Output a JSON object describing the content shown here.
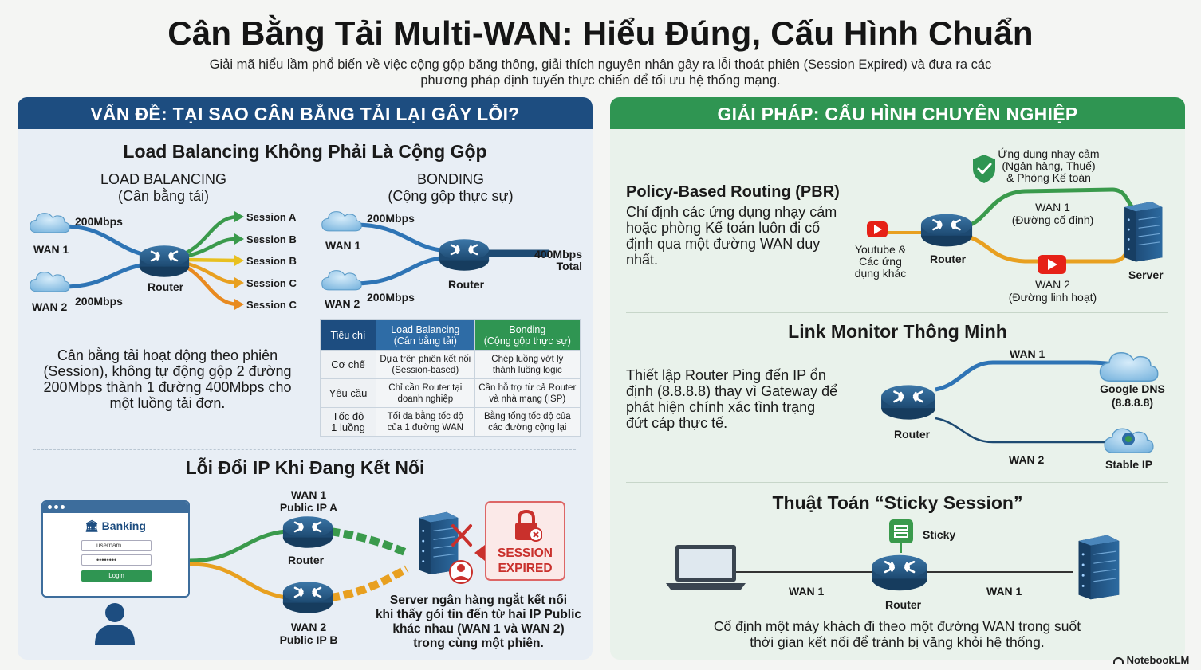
{
  "header": {
    "title": "Cân Bằng Tải Multi-WAN: Hiểu Đúng, Cấu Hình Chuẩn",
    "subtitle_line1": "Giải mã hiểu lầm phổ biến về việc cộng gộp băng thông, giải thích nguyên nhân gây ra lỗi thoát phiên (Session Expired) và đưa ra các",
    "subtitle_line2": "phương pháp định tuyến thực chiến để tối ưu hệ thống mạng."
  },
  "left": {
    "banner": "VẤN ĐỀ: TẠI SAO CÂN BẰNG TẢI LẠI GÂY LỖI?",
    "lb_title": "Load Balancing Không Phải Là Cộng Gộp",
    "lb": {
      "heading1": "LOAD BALANCING",
      "heading2": "(Cân bằng tải)",
      "wan1": "WAN 1",
      "wan2": "WAN 2",
      "speed1": "200Mbps",
      "speed2": "200Mbps",
      "router": "Router",
      "sessions": [
        "Session A",
        "Session B",
        "Session B",
        "Session C",
        "Session C"
      ]
    },
    "bonding": {
      "heading1": "BONDING",
      "heading2": "(Cộng gộp thực sự)",
      "wan1": "WAN 1",
      "wan2": "WAN 2",
      "speed1": "200Mbps",
      "speed2": "200Mbps",
      "router": "Router",
      "total1": "400Mbps",
      "total2": "Total"
    },
    "lb_desc": [
      "Cân bằng tải hoạt động theo phiên",
      "(Session), không tự động gộp 2 đường",
      "200Mbps thành 1 đường 400Mbps cho",
      "một luồng tải đơn."
    ],
    "table": {
      "col0": "Tiêu chí",
      "col1a": "Load Balancing",
      "col1b": "(Cân bằng tải)",
      "col2a": "Bonding",
      "col2b": "(Cộng gộp thực sự)",
      "rows": [
        {
          "c0": "Cơ chế",
          "c1a": "Dựa trên phiên kết nối",
          "c1b": "(Session-based)",
          "c2a": "Chép luồng vớt lý",
          "c2b": "thành luồng logic"
        },
        {
          "c0": "Yêu cầu",
          "c1a": "Chỉ cần Router tại",
          "c1b": "doanh nghiệp",
          "c2a": "Cần hỗ trợ từ cả Router",
          "c2b": "và nhà mạng (ISP)"
        },
        {
          "c0a": "Tốc độ",
          "c0b": "1 luồng",
          "c1a": "Tối đa bằng tốc độ",
          "c1b": "của 1 đường WAN",
          "c2a": "Bằng tổng tốc độ của",
          "c2b": "các đường cộng lại"
        }
      ]
    },
    "ip_title": "Lỗi Đổi IP Khi Đang Kết Nối",
    "ip": {
      "banking": "Banking",
      "username": "usernam",
      "password": "••••••••",
      "login": "Login",
      "wan1": "WAN 1",
      "ip1": "Public IP A",
      "router": "Router",
      "wan2": "WAN 2",
      "ip2": "Public IP B",
      "expired1": "SESSION",
      "expired2": "EXPIRED",
      "note": [
        "Server ngân hàng ngắt kết nối",
        "khi thấy gói tin đến từ hai IP Public",
        "khác nhau (WAN 1 và WAN 2)",
        "trong cùng một phiên."
      ]
    }
  },
  "right": {
    "banner": "GIẢI PHÁP: CẤU HÌNH CHUYÊN NGHIỆP",
    "pbr": {
      "title": "Policy-Based Routing (PBR)",
      "desc": [
        "Chỉ định các ứng dụng nhạy cảm",
        "hoặc phòng Kế toán luôn đi cố",
        "định qua một đường WAN duy",
        "nhất."
      ],
      "sensitive": [
        "Ứng dụng nhạy cảm",
        "(Ngân hàng, Thuế)",
        "& Phòng Kế toán"
      ],
      "youtube": [
        "Youtube &",
        "Các ứng",
        "dụng khác"
      ],
      "router": "Router",
      "wan1a": "WAN 1",
      "wan1b": "(Đường cố định)",
      "wan2a": "WAN 2",
      "wan2b": "(Đường linh hoạt)",
      "server": "Server"
    },
    "monitor": {
      "title": "Link Monitor Thông Minh",
      "desc": [
        "Thiết lập Router Ping đến IP ổn",
        "định (8.8.8.8) thay vì Gateway để",
        "phát hiện chính xác tình trạng",
        "đứt cáp thực tế."
      ],
      "wan1": "WAN 1",
      "wan2": "WAN 2",
      "router": "Router",
      "dns1": "Google DNS",
      "dns2": "(8.8.8.8)",
      "stable": "Stable IP"
    },
    "sticky": {
      "title": "Thuật Toán “Sticky Session”",
      "badge": "Sticky",
      "wan_left": "WAN 1",
      "wan_right": "WAN 1",
      "router": "Router",
      "desc": [
        "Cố định một máy khách đi theo một đường WAN trong suốt",
        "thời gian kết nối để tránh bị văng khỏi hệ thống."
      ]
    }
  },
  "footer": {
    "brand": "NotebookLM"
  },
  "colors": {
    "navy": "#1d4d80",
    "green": "#2f9552",
    "router": "#2b5f8d",
    "blue_line": "#2e74b5",
    "green_line": "#3a9a4c",
    "orange_line": "#e8a020",
    "red": "#c9302c"
  }
}
